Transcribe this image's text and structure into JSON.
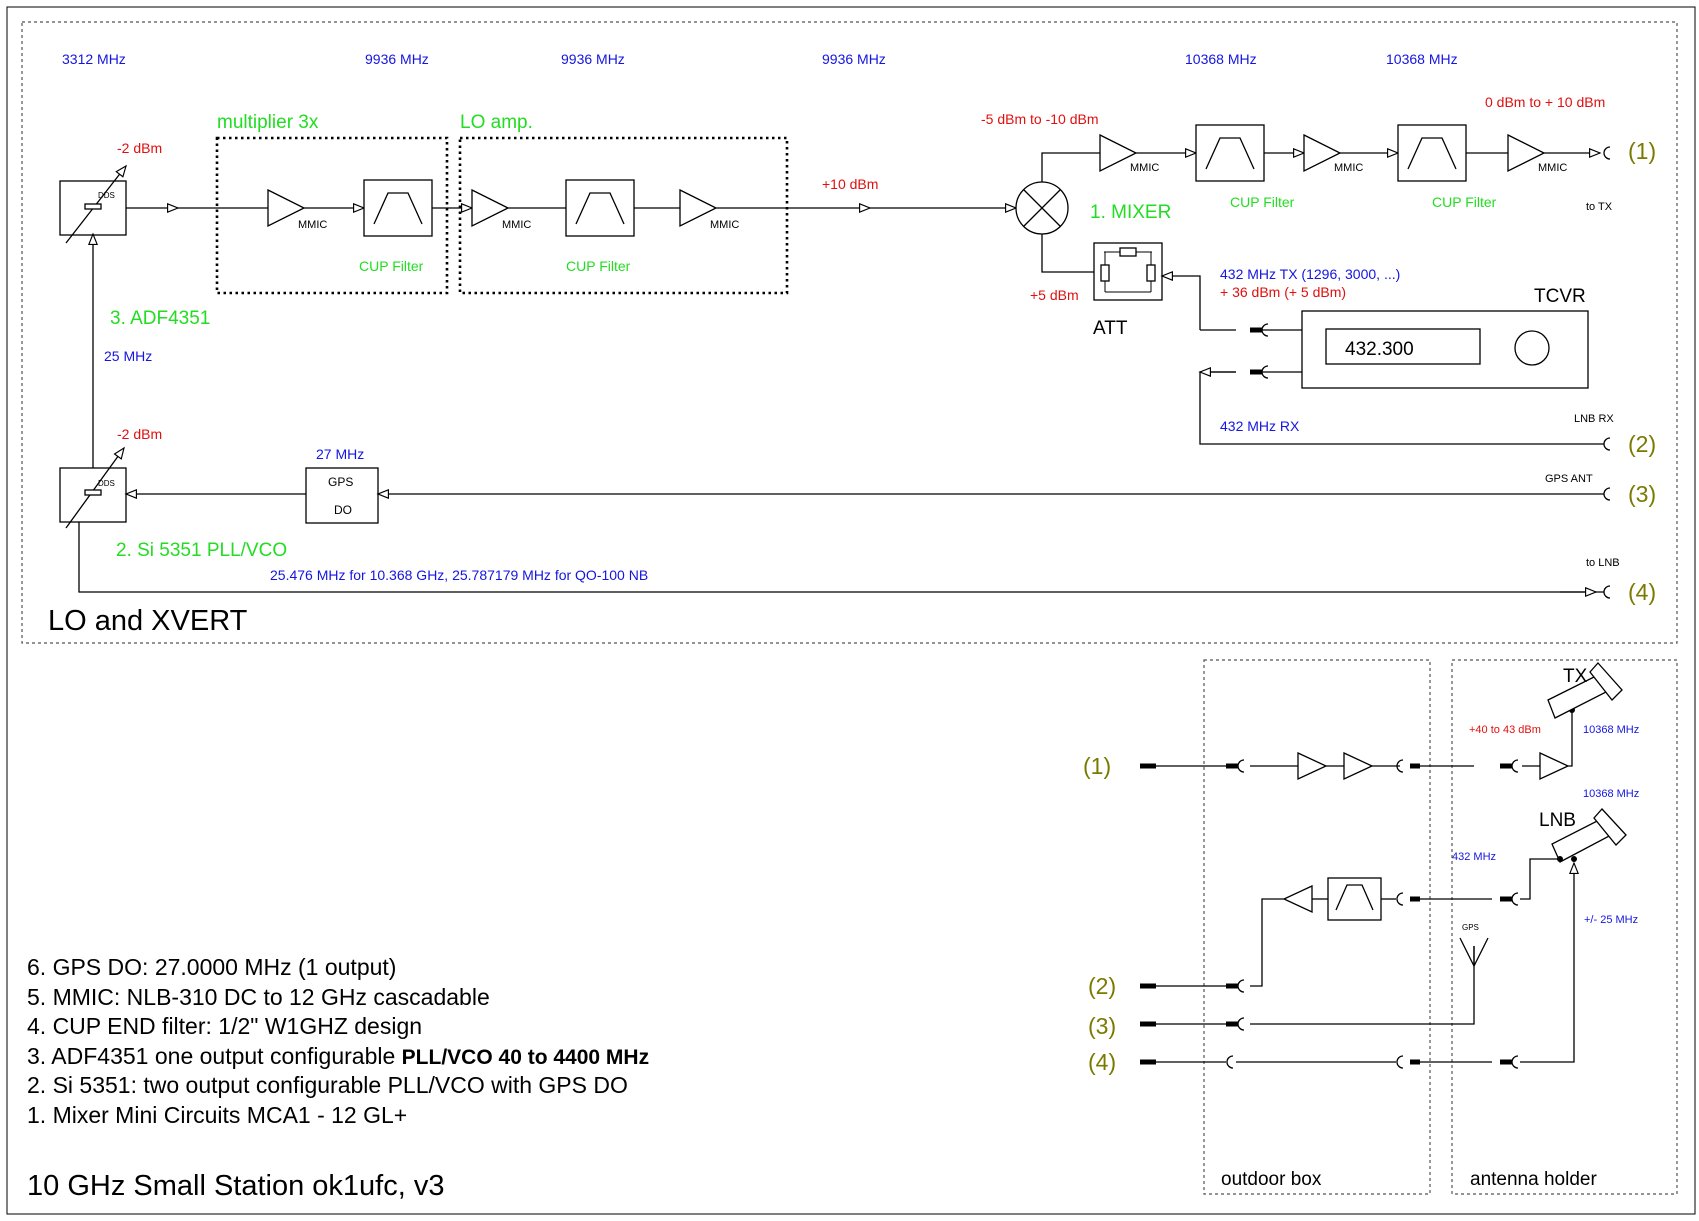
{
  "title": "LO and XVERT",
  "footer_title": "10 GHz Small Station ok1ufc, v3",
  "notes": [
    "6. GPS DO: 27.0000 MHz (1 output)",
    "5. MMIC: NLB-310 DC to 12 GHz cascadable",
    "4. CUP END filter: 1/2\" W1GHZ design",
    "2. Si 5351: two  output configurable PLL/VCO with GPS DO",
    "1. Mixer Mini Circuits MCA1 - 12 GL+"
  ],
  "note3": {
    "a": "3. ADF4351 one output configurable ",
    "b": "PLL/VCO 40 to 4400 MHz"
  },
  "freqs": {
    "f1": "3312 MHz",
    "f2": "9936 MHz",
    "f3": "9936 MHz",
    "f4": "9936 MHz",
    "f5": "10368 MHz",
    "f6": "10368 MHz",
    "f25": "25 MHz",
    "f27": "27 MHz",
    "tx432": "432 MHz TX (1296, 3000, ...)",
    "rx432": "432 MHz RX",
    "si5351_out": "25.476 MHz for 10.368 GHz, 25.787179 MHz for QO-100 NB"
  },
  "levels": {
    "m2a": "-2 dBm",
    "m2b": "-2 dBm",
    "p10": "+10 dBm",
    "p5": "+5 dBm",
    "mix_range": "-5 dBm to -10 dBm",
    "tx_out": "0 dBm to + 10 dBm",
    "tx_in": "+ 36 dBm (+ 5 dBm)"
  },
  "blocks": {
    "mult3": "multiplier 3x",
    "loamp": "LO amp.",
    "mixer": "1. MIXER",
    "adf": "3. ADF4351",
    "si5351": "2. Si 5351 PLL/VCO",
    "att": "ATT",
    "tcvr": "TCVR",
    "tcvr_display": "432.300",
    "gps": "GPS",
    "do": "DO",
    "mmic": "MMIC",
    "cup": "CUP Filter",
    "dds": "DDS"
  },
  "ports": {
    "p1": "(1)",
    "p2": "(2)",
    "p3": "(3)",
    "p4": "(4)",
    "to_tx": "to TX",
    "lnb_rx": "LNB RX",
    "gps_ant": "GPS ANT",
    "to_lnb": "to LNB"
  },
  "lower": {
    "outdoor": "outdoor box",
    "antenna": "antenna holder",
    "tx": "TX",
    "lnb": "LNB",
    "txpwr": "+40 to 43 dBm",
    "tx_freq": "10368 MHz",
    "lnb_freq": "10368 MHz",
    "f432": "432 MHz",
    "gps": "GPS",
    "pm25": "+/- 25 MHz"
  },
  "colors": {
    "blue": "#1515e0",
    "red": "#e01010",
    "green": "#22dd22",
    "olive": "#7a7a00"
  }
}
